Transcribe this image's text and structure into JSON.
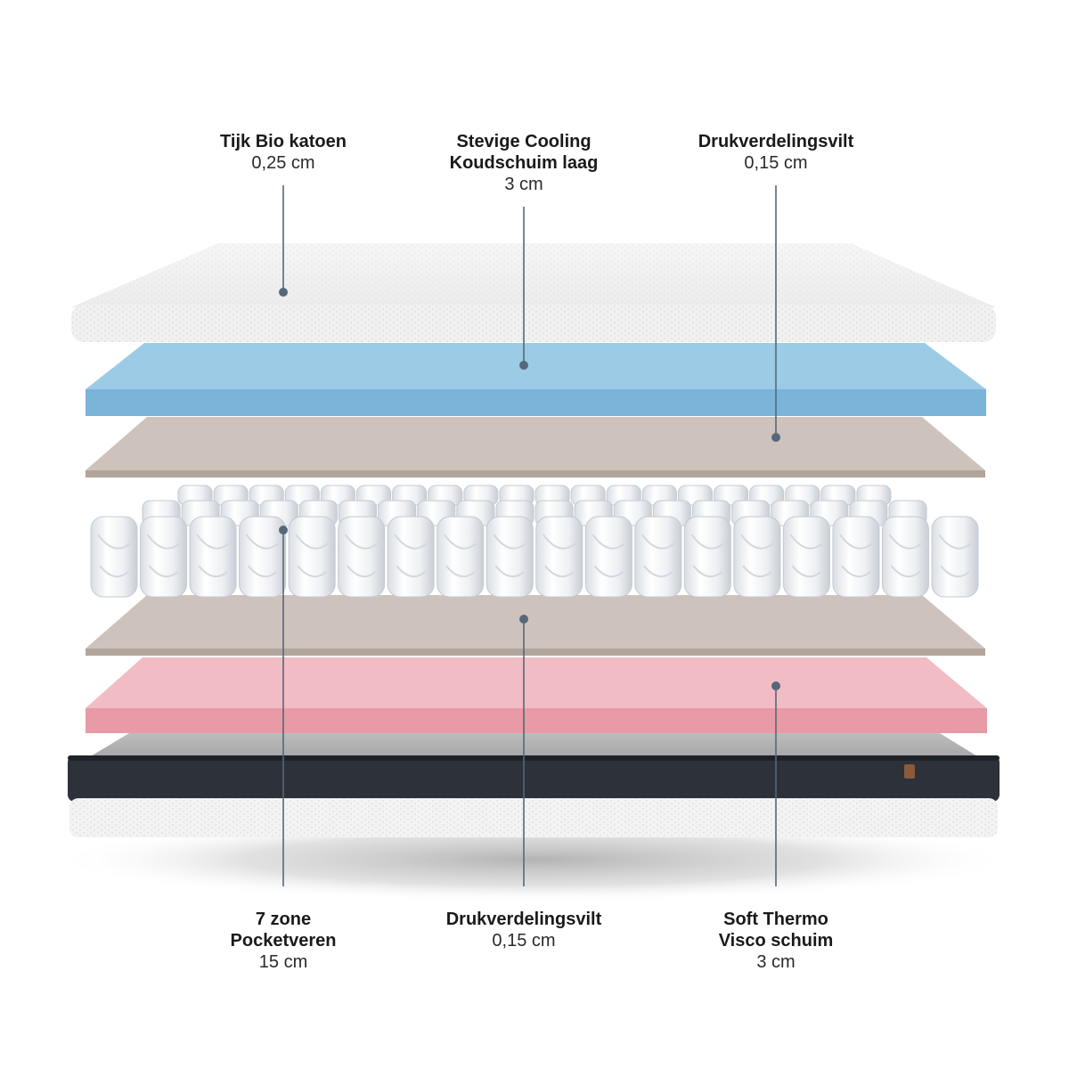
{
  "callouts": {
    "top_1": {
      "line1": "Tijk Bio katoen",
      "line2": "",
      "size": "0,25 cm"
    },
    "top_2": {
      "line1": "Stevige Cooling",
      "line2": "Koudschuim laag",
      "size": "3 cm"
    },
    "top_3": {
      "line1": "Drukverdelingsvilt",
      "line2": "",
      "size": "0,15 cm"
    },
    "bottom_1": {
      "line1": "7 zone",
      "line2": "Pocketveren",
      "size": "15 cm"
    },
    "bottom_2": {
      "line1": "Drukverdelingsvilt",
      "line2": "",
      "size": "0,15 cm"
    },
    "bottom_3": {
      "line1": "Soft Thermo",
      "line2": "Visco schuim",
      "size": "3 cm"
    }
  },
  "colors": {
    "cover": "#f3f3f3",
    "cooling_foam": "#8cbfdd",
    "felt": "#c7bdb5",
    "visco_foam": "#ebaab3",
    "base_band": "#2c313a",
    "leader_line": "#55687a"
  }
}
